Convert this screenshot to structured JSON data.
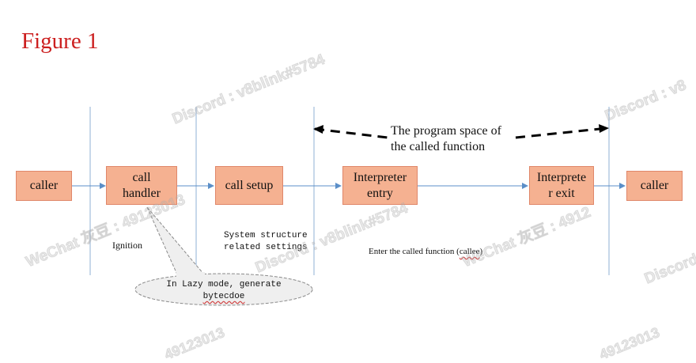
{
  "figure": {
    "title": "Figure 1"
  },
  "boxes": {
    "caller_left": "caller",
    "call_handler_line1": "call",
    "call_handler_line2": "handler",
    "call_setup": "call setup",
    "interpreter_entry_line1": "Interpreter",
    "interpreter_entry_line2": "entry",
    "interpreter_exit_line1": "Interprete",
    "interpreter_exit_line2": "r exit",
    "caller_right": "caller"
  },
  "labels": {
    "program_space_line1": "The program space of",
    "program_space_line2": "the called function",
    "ignition": "Ignition",
    "system_structure_line1": "System structure",
    "system_structure_line2": "related settings",
    "enter_called_prefix": "Enter the called function (",
    "enter_called_word": "callee",
    "enter_called_suffix": ")",
    "callout_line1": "In Lazy mode, generate",
    "callout_line2": "bytecdoe"
  },
  "watermarks": {
    "discord": "Discord : v8blink#5784",
    "discord_short": "Discord : v8",
    "discord_right": "Discord : v",
    "wechat": "WeChat 灰豆 : 49123013",
    "wechat_short": "WeChat 灰豆 : 4912",
    "bottom_left": "49123013",
    "bottom_right": "49123013"
  },
  "colors": {
    "box_fill": "#f5b191",
    "box_border": "#e0876a",
    "guide_line": "#8fb0d6",
    "arrow": "#5b8fc8",
    "title": "#cc1f1f",
    "callout_fill": "#efefef"
  }
}
